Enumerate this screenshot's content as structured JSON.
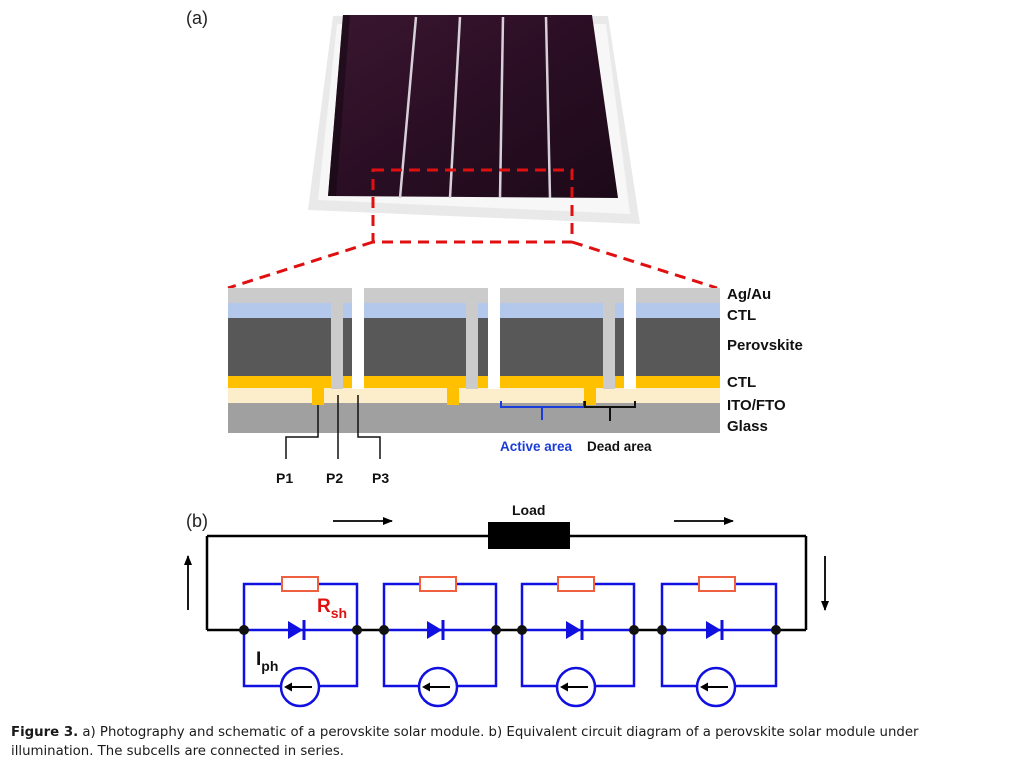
{
  "panels": {
    "a": "(a)",
    "b": "(b)"
  },
  "layers": [
    "Ag/Au",
    "CTL",
    "Perovskite",
    "CTL",
    "ITO/FTO",
    "Glass"
  ],
  "scribes": [
    "P1",
    "P2",
    "P3"
  ],
  "areas": {
    "active": "Active area",
    "dead": "Dead area"
  },
  "circuit": {
    "load": "Load",
    "rsh_main": "R",
    "rsh_sub": "sh",
    "iph_main": "I",
    "iph_sub": "ph"
  },
  "caption": {
    "label": "Figure 3.",
    "text": " a) Photography and schematic of a perovskite solar module. b) Equivalent circuit diagram of a perovskite solar module under illumination. The subcells are connected in series."
  },
  "colors": {
    "circuit_blue": "#1010e0",
    "resistor": "#f06040",
    "dashed_red": "#e01010",
    "active_blue": "#1a3cd8",
    "gold": "#ffc000",
    "ito": "#fdeecb",
    "ctl_blue": "#b4c8ec",
    "perovskite": "#585858",
    "metal": "#cbcbcb",
    "glass": "#a0a0a0"
  }
}
